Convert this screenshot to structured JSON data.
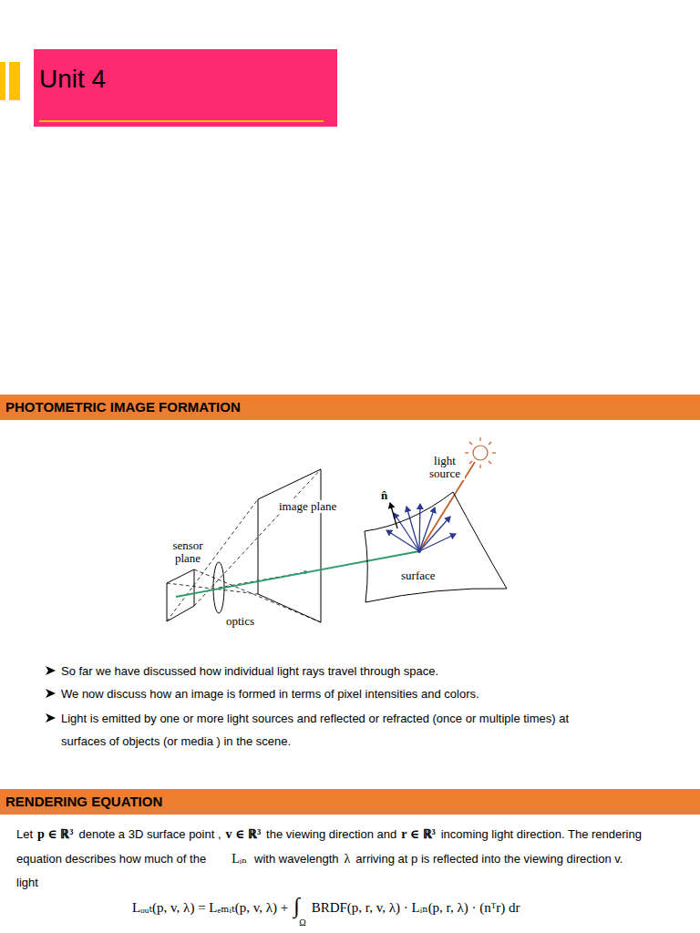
{
  "diagram": {
    "nodes": [
      {
        "text": [
          "Unit 4"
        ]
      },
      {
        "text": [
          "PHOTOMETRIC IMAGE FORMATION"
        ]
      },
      {
        "text": [
          "surface"
        ]
      },
      {
        "text": [
          "RENDERING EQUATION"
        ]
      }
    ],
    "labels": [
      "light source",
      "n̂",
      "image plane",
      "sensor plane",
      "optics",
      "So far we have discussed how individual light rays travel through space.",
      "We now discuss how an image is formed in terms of pixel intensities and colors.",
      "Light is emitted by one or more light sources and reflected or refracted (once or multiple times) at surfaces of objects (or media ) in the scene.",
      "Let",
      "p ∈ ℝ³",
      "denote a 3D surface point ,",
      "v ∈ ℝ³",
      "the viewing direction and",
      "r ∈ ℝ³",
      "incoming light direction. The rendering",
      "equation describes how much of the",
      "Lᵢₙ",
      "with wavelength",
      "λ",
      "arriving at p is reflected into the viewing direction v.",
      "light",
      "Lₒᵤₜ(p, v, λ) = Lₑₘᵢₜ(p, v, λ) +",
      "∫",
      "Ω",
      "BRDF(p, r, v, λ) · Lᵢₙ(p, r, λ) · (nᵀr) dr"
    ]
  }
}
